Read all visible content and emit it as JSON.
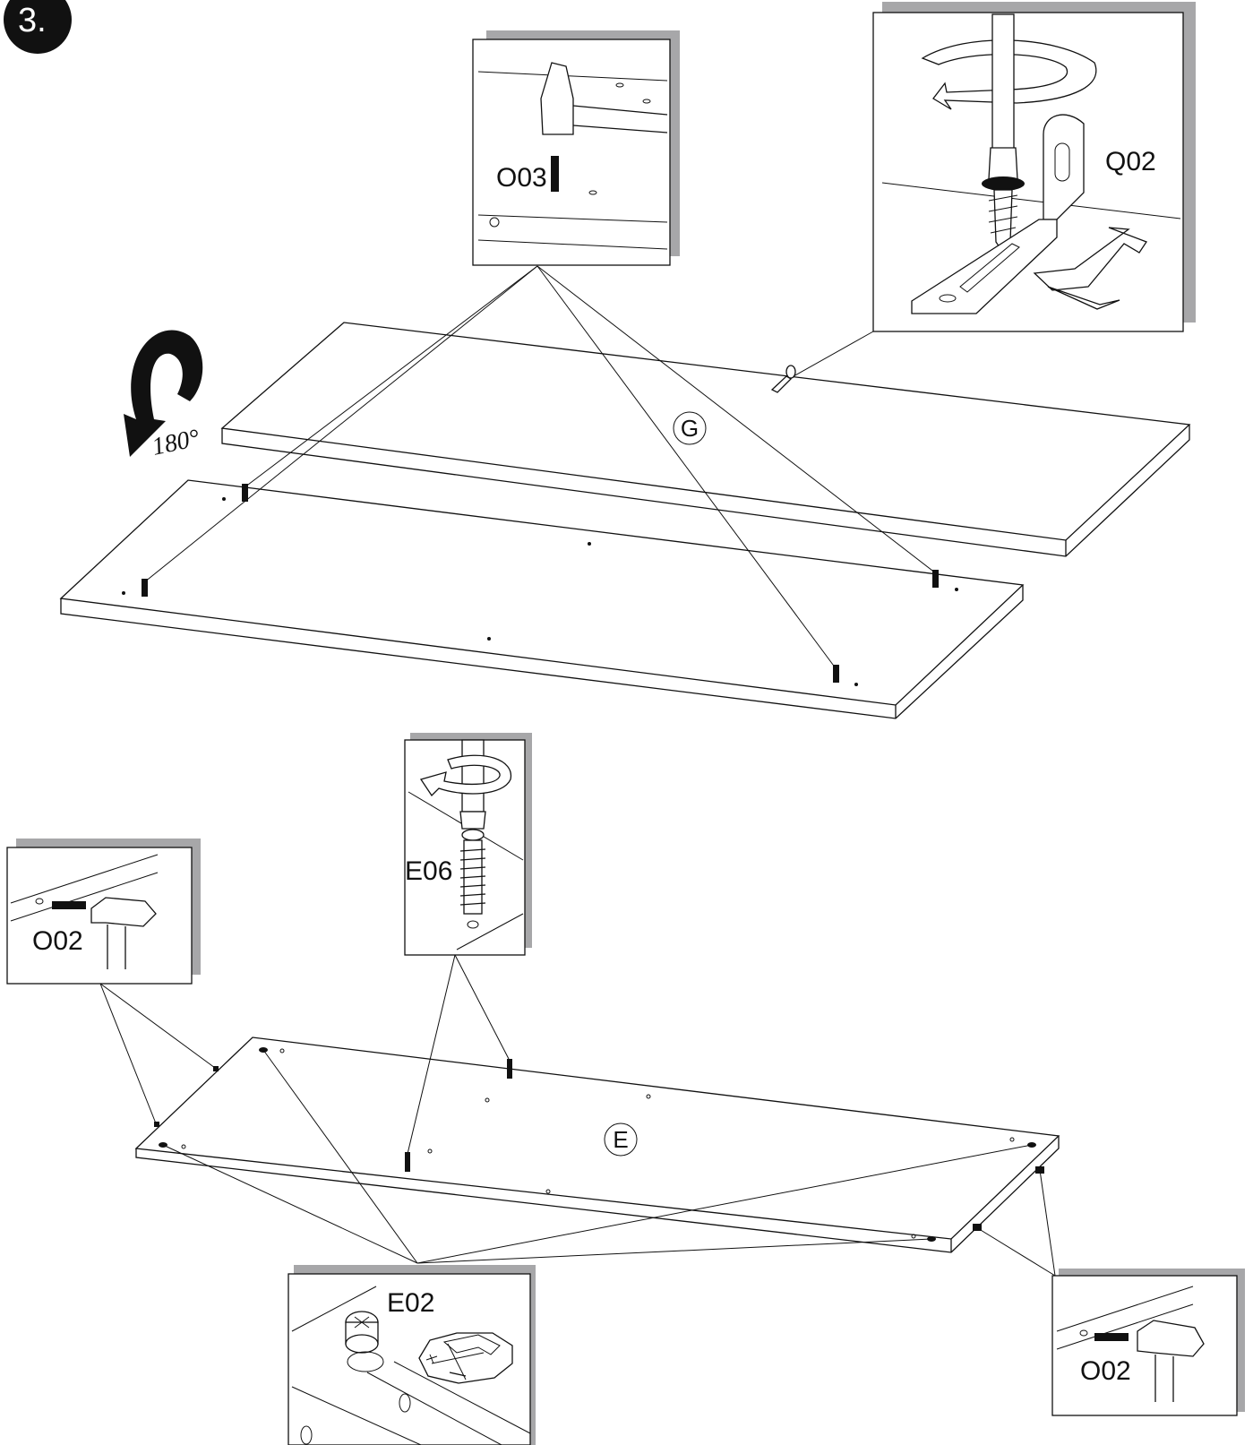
{
  "step": {
    "number": "3."
  },
  "rotation": {
    "label": "180°"
  },
  "boards": {
    "top_panel": "G",
    "bottom_panel": "E"
  },
  "parts": {
    "dowel_top": "O03",
    "bracket": "Q02",
    "screw": "E06",
    "dowel_left": "O02",
    "dowel_right": "O02",
    "cam_lock": "E02"
  },
  "colors": {
    "ink": "#111111",
    "shadow": "#a7a7a9",
    "paper": "#ffffff"
  }
}
